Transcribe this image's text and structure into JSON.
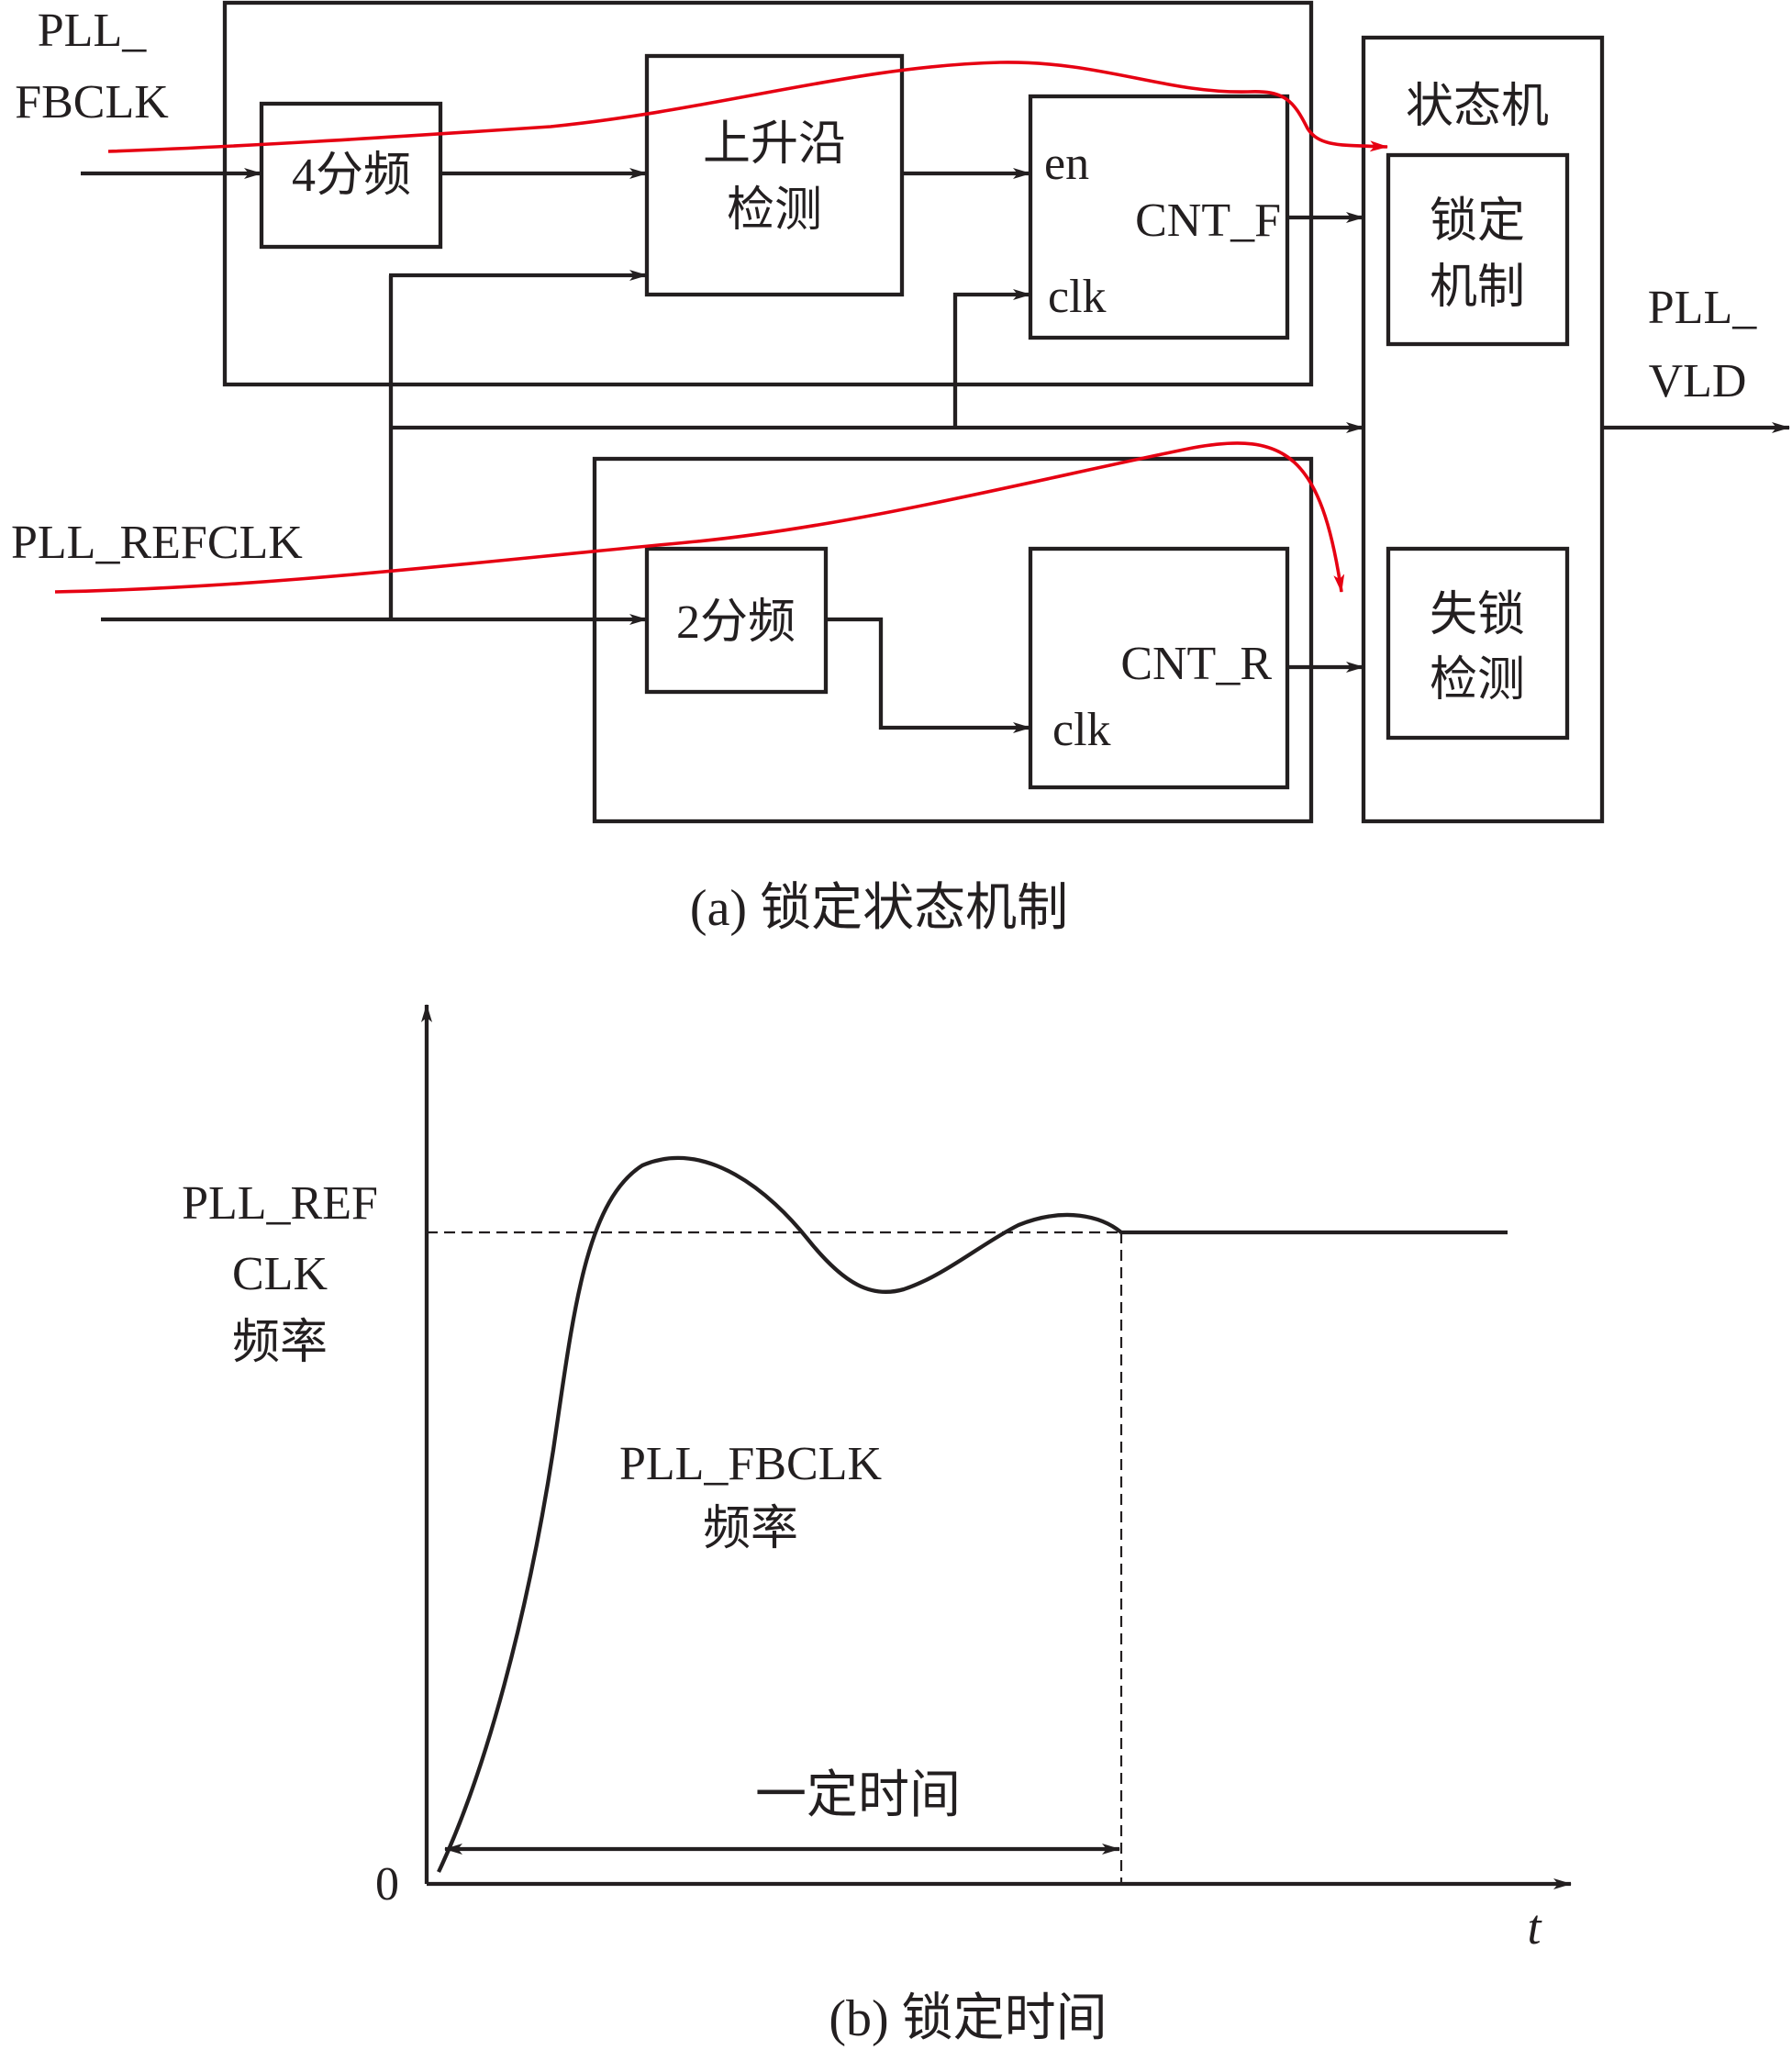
{
  "colors": {
    "ink": "#231f20",
    "highlight": "#e60012"
  },
  "diagram_a": {
    "input_fbclk": [
      "PLL_",
      "FBCLK"
    ],
    "input_refclk": "PLL_REFCLK",
    "div4": "4分频",
    "edge_detect": [
      "上升沿",
      "检测"
    ],
    "cnt_f": {
      "en": "en",
      "name": "CNT_F",
      "clk": "clk"
    },
    "div2": "2分频",
    "cnt_r": {
      "name": "CNT_R",
      "clk": "clk"
    },
    "state_machine": "状态机",
    "lock_mechanism": [
      "锁定",
      "机制"
    ],
    "unlock_detect": [
      "失锁",
      "检测"
    ],
    "output": [
      "PLL_",
      "VLD"
    ],
    "caption": "(a) 锁定状态机制"
  },
  "diagram_b": {
    "ref_label": [
      "PLL_REF",
      "CLK",
      "频率"
    ],
    "fb_label": [
      "PLL_FBCLK",
      "频率"
    ],
    "duration_label": "一定时间",
    "origin": "0",
    "x_axis": "t",
    "caption": "(b) 锁定时间"
  }
}
